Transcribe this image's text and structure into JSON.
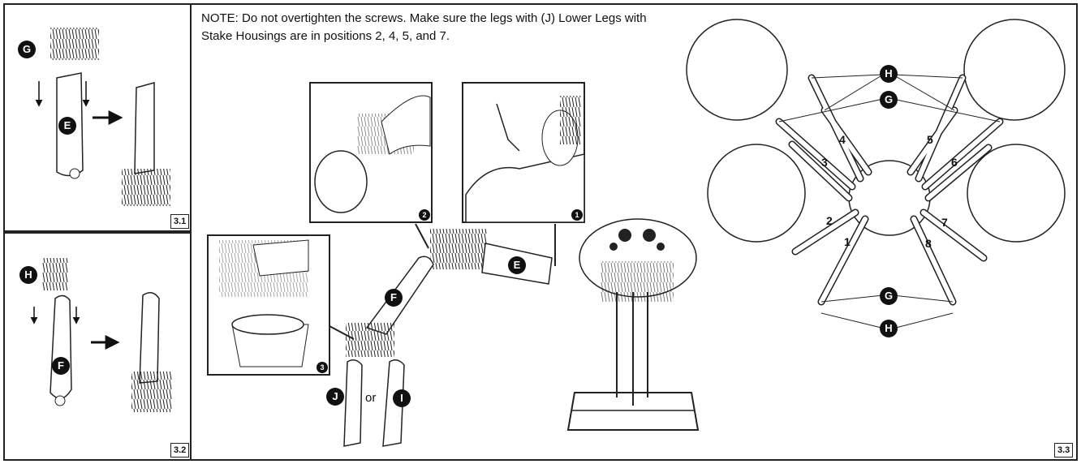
{
  "note": "NOTE: Do not overtighten the screws. Make sure the legs with (J) Lower Legs with Stake Housings are in positions 2, 4, 5, and 7.",
  "step_numbers": {
    "s31": "3.1",
    "s32": "3.2",
    "s33": "3.3"
  },
  "detail_numbers": {
    "d1": "1",
    "d2": "2",
    "d3": "3"
  },
  "part_labels": {
    "G": "G",
    "E": "E",
    "H": "H",
    "F": "F",
    "J": "J",
    "I": "I"
  },
  "or_text": "or",
  "leg_positions": [
    "1",
    "2",
    "3",
    "4",
    "5",
    "6",
    "7",
    "8"
  ]
}
